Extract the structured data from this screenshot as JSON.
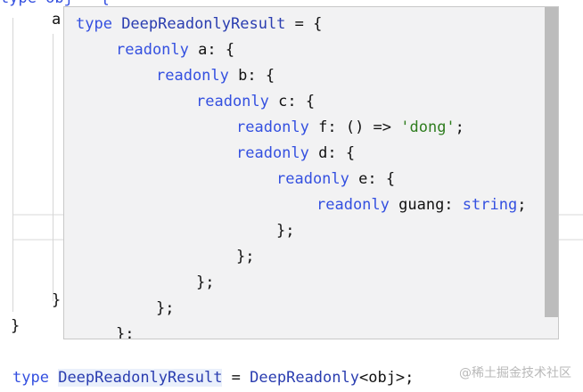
{
  "editor": {
    "top_partial": "type obj = {",
    "line_a": "a",
    "close_inner": "}",
    "close_outer": "}",
    "bottom": {
      "kw": "type",
      "name": "DeepReadonlyResult",
      "eq": " = ",
      "fn": "DeepReadonly",
      "rest": "<obj>;"
    }
  },
  "popup": {
    "lines": [
      {
        "indent": 0,
        "tokens": [
          {
            "t": "type ",
            "c": "kw"
          },
          {
            "t": "DeepReadonlyResult",
            "c": "ty"
          },
          {
            "t": " = {",
            "c": "pl"
          }
        ]
      },
      {
        "indent": 1,
        "tokens": [
          {
            "t": "readonly",
            "c": "kw"
          },
          {
            "t": " a: {",
            "c": "pl"
          }
        ]
      },
      {
        "indent": 2,
        "tokens": [
          {
            "t": "readonly",
            "c": "kw"
          },
          {
            "t": " b: {",
            "c": "pl"
          }
        ]
      },
      {
        "indent": 3,
        "tokens": [
          {
            "t": "readonly",
            "c": "kw"
          },
          {
            "t": " c: {",
            "c": "pl"
          }
        ]
      },
      {
        "indent": 4,
        "tokens": [
          {
            "t": "readonly",
            "c": "kw"
          },
          {
            "t": " f: () => ",
            "c": "pl"
          },
          {
            "t": "'dong'",
            "c": "str"
          },
          {
            "t": ";",
            "c": "pl"
          }
        ]
      },
      {
        "indent": 4,
        "tokens": [
          {
            "t": "readonly",
            "c": "kw"
          },
          {
            "t": " d: {",
            "c": "pl"
          }
        ]
      },
      {
        "indent": 5,
        "tokens": [
          {
            "t": "readonly",
            "c": "kw"
          },
          {
            "t": " e: {",
            "c": "pl"
          }
        ]
      },
      {
        "indent": 6,
        "tokens": [
          {
            "t": "readonly",
            "c": "kw"
          },
          {
            "t": " guang: ",
            "c": "pl"
          },
          {
            "t": "string",
            "c": "kw"
          },
          {
            "t": ";",
            "c": "pl"
          }
        ]
      },
      {
        "indent": 5,
        "tokens": [
          {
            "t": "};",
            "c": "pl"
          }
        ]
      },
      {
        "indent": 4,
        "tokens": [
          {
            "t": "};",
            "c": "pl"
          }
        ]
      },
      {
        "indent": 3,
        "tokens": [
          {
            "t": "};",
            "c": "pl"
          }
        ]
      },
      {
        "indent": 2,
        "tokens": [
          {
            "t": "};",
            "c": "pl"
          }
        ]
      },
      {
        "indent": 1,
        "tokens": [
          {
            "t": "};",
            "c": "pl"
          }
        ]
      },
      {
        "indent": 0,
        "tokens": [
          {
            "t": "}",
            "c": "pl"
          }
        ]
      }
    ]
  },
  "watermark": "@稀土掘金技术社区"
}
